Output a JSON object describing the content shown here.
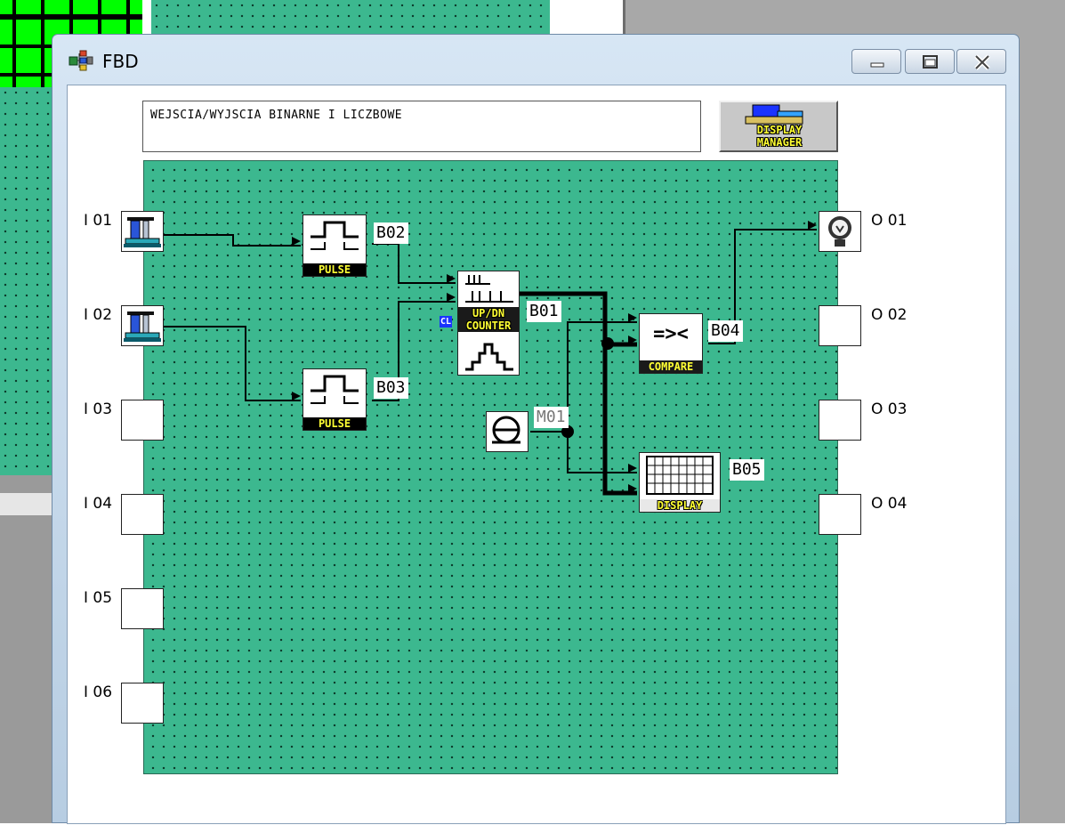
{
  "window": {
    "title": "FBD",
    "buttons": [
      "minimize",
      "maximize",
      "close"
    ]
  },
  "description": "WEJSCIA/WYJSCIA BINARNE I LICZBOWE",
  "display_manager": {
    "label_line1": "DISPLAY",
    "label_line2": "MANAGER"
  },
  "inputs": [
    "I 01",
    "I 02",
    "I 03",
    "I 04",
    "I 05",
    "I 06"
  ],
  "outputs": [
    "O 01",
    "O 02",
    "O 03",
    "O 04"
  ],
  "blocks": {
    "b02": {
      "tag": "B02",
      "caption": "PULSE"
    },
    "b03": {
      "tag": "B03",
      "caption": "PULSE"
    },
    "b01": {
      "tag": "B01",
      "caption_line1": "UP/DN",
      "caption_line2": "COUNTER",
      "cl": "CL"
    },
    "b04": {
      "tag": "B04",
      "caption": "COMPARE",
      "symbol": "=><"
    },
    "b05": {
      "tag": "B05",
      "caption": "DISPLAY"
    },
    "m01": {
      "tag": "M01"
    }
  },
  "colors": {
    "canvas": "#3cb88f",
    "caption_text": "#ffff33",
    "cl_badge": "#1a33ff"
  }
}
